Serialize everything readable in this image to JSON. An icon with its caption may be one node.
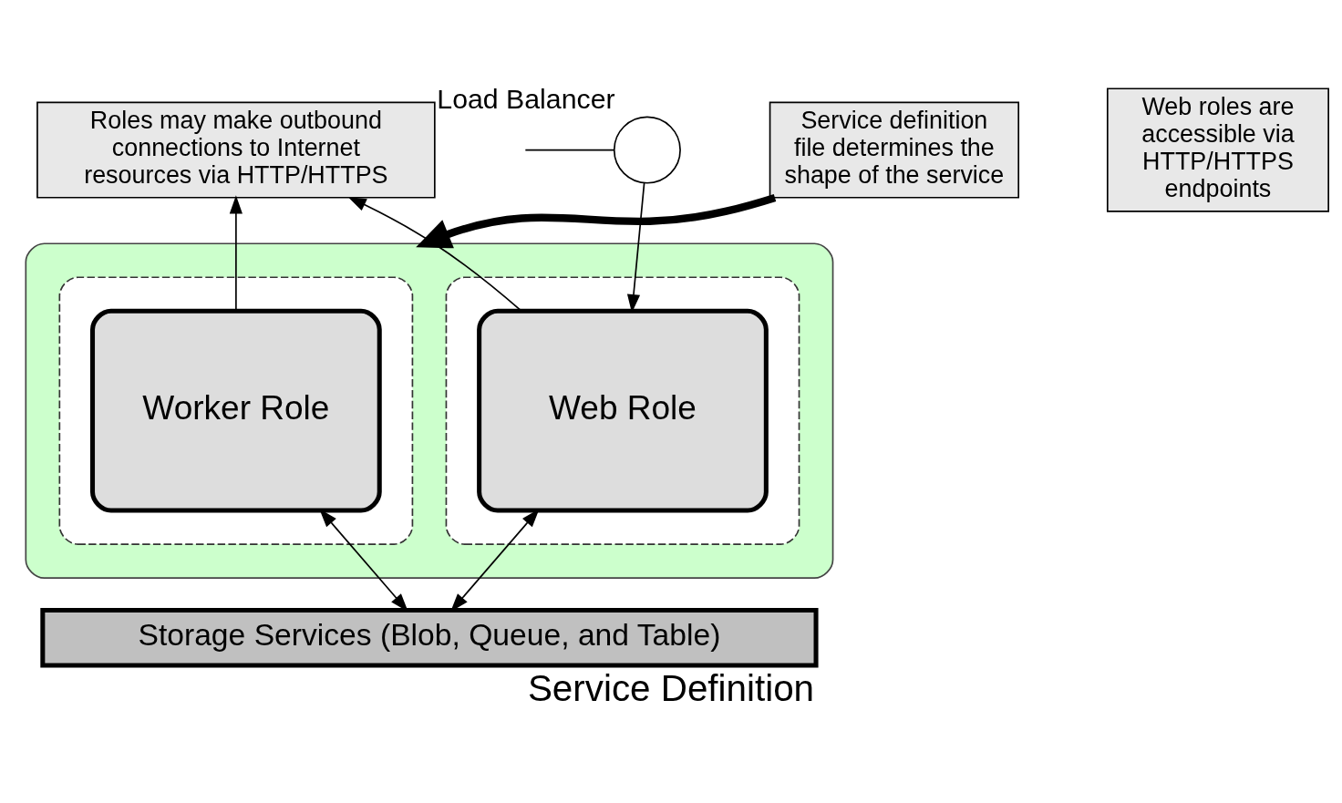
{
  "diagram": {
    "caption": "Service Definition",
    "nodes": [
      {
        "text": [
          "Roles may make outbound connections to Internet resources via HTTP/HTTPS"
        ]
      },
      {
        "text": [
          "Web roles are accessible via HTTP/HTTPS endpoints"
        ]
      },
      {
        "text": [],
        "shape": "box"
      },
      {
        "text": [],
        "shape": "box",
        "in": 2
      },
      {
        "text": [
          "Web Role"
        ],
        "in": 3
      },
      {
        "text": [],
        "shape": "box",
        "in": 2
      },
      {
        "text": [
          "Worker Role"
        ],
        "in": 5
      },
      {
        "text": [],
        "shape": "circle",
        "beside": [
          "Load Balancer"
        ]
      },
      {
        "text": [
          "Service definition file determines the shape of the service"
        ]
      },
      {
        "text": [
          "Storage Services (Blob, Queue, and Table)"
        ]
      }
    ],
    "edges": [
      {
        "from": null,
        "to": 7,
        "arrow": "none"
      },
      {
        "from": 7,
        "to": 4,
        "arrow": "to"
      },
      {
        "from": 4,
        "to": 0,
        "arrow": "to"
      },
      {
        "from": 6,
        "to": 0,
        "arrow": "to"
      },
      {
        "from": 9,
        "to": 4,
        "arrow": "both"
      },
      {
        "from": 9,
        "to": 6,
        "arrow": "both"
      },
      {
        "from": 8,
        "to": 2,
        "arrow": "to",
        "style": "thick"
      }
    ]
  }
}
